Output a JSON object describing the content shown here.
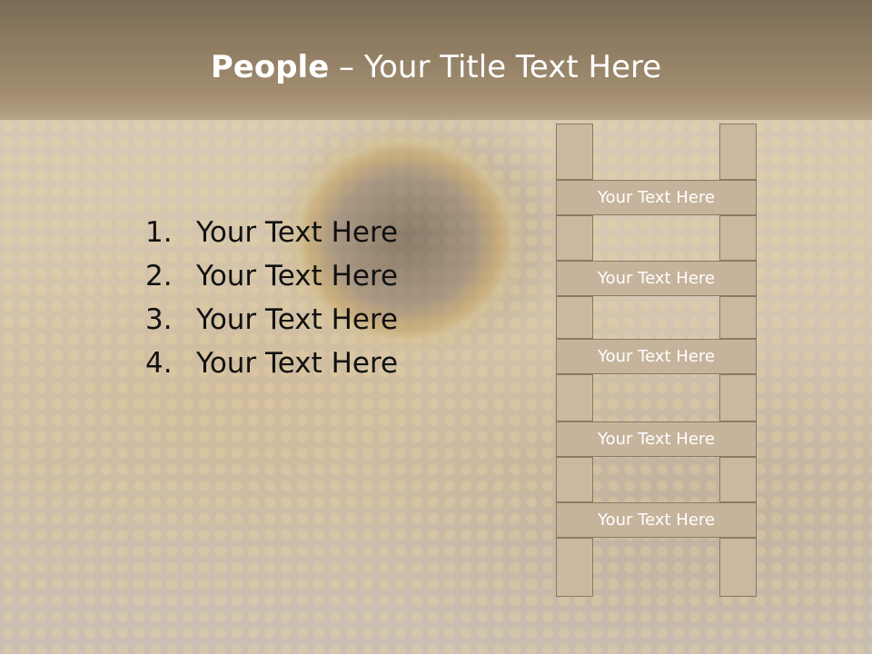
{
  "header": {
    "title_bold": "People",
    "title_rest": " – Your Title Text Here"
  },
  "list": {
    "items": [
      {
        "number": "1.",
        "text": "Your Text Here"
      },
      {
        "number": "2.",
        "text": "Your Text Here"
      },
      {
        "number": "3.",
        "text": "Your Text Here"
      },
      {
        "number": "4.",
        "text": "Your Text Here"
      }
    ]
  },
  "ladder": {
    "steps": [
      {
        "label": "Your Text Here"
      },
      {
        "label": "Your Text Here"
      },
      {
        "label": "Your Text Here"
      },
      {
        "label": "Your Text Here"
      },
      {
        "label": "Your Text Here"
      }
    ]
  }
}
